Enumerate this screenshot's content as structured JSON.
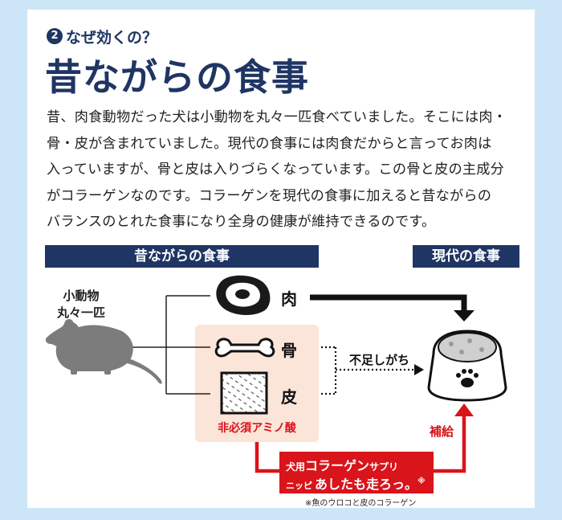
{
  "header": {
    "number_badge": "❷",
    "subtitle": "なぜ効くの？",
    "title": "昔ながらの食事"
  },
  "body": {
    "lines": [
      "昔、肉食動物だった犬は小動物を丸々一匹食べていました。そこには肉・",
      "骨・皮が含まれていました。現代の食事には肉食だからと言ってお肉は",
      "入っていますが、骨と皮は入りづらくなっています。この骨と皮の主成分",
      "がコラーゲンなのです。コラーゲンを現代の食事に加えると昔ながらの",
      "バランスのとれた食事になり全身の健康が維持できるのです。"
    ]
  },
  "diagram": {
    "left_band": "昔ながらの食事",
    "right_band": "現代の食事",
    "rat_label_line1": "小動物",
    "rat_label_line2": "丸々一匹",
    "meat_label": "肉",
    "bone_label": "骨",
    "skin_label": "皮",
    "nonessential_label": "非必須アミノ酸",
    "shortage_label": "不足しがち",
    "supply_label": "補給",
    "product": {
      "line1_prefix": "犬用",
      "line1_main": "コラーゲン",
      "line1_suffix": "サプリ",
      "line2_prefix": "ニッピ",
      "line2_main": "あしたも走ろっ。",
      "line2_mark": "※"
    },
    "footnote": "※魚のウロコと皮のコラーゲン"
  },
  "icons": {
    "rat": "rat-silhouette-icon",
    "meat": "meat-steak-icon",
    "bone": "bone-icon",
    "skin": "skin-pattern-icon",
    "bowl": "dog-bowl-icon",
    "paw": "paw-icon"
  },
  "colors": {
    "navy": "#1f3564",
    "red": "#d9141b",
    "pink_box": "#fbe4d8",
    "background": "#cde6f7"
  }
}
